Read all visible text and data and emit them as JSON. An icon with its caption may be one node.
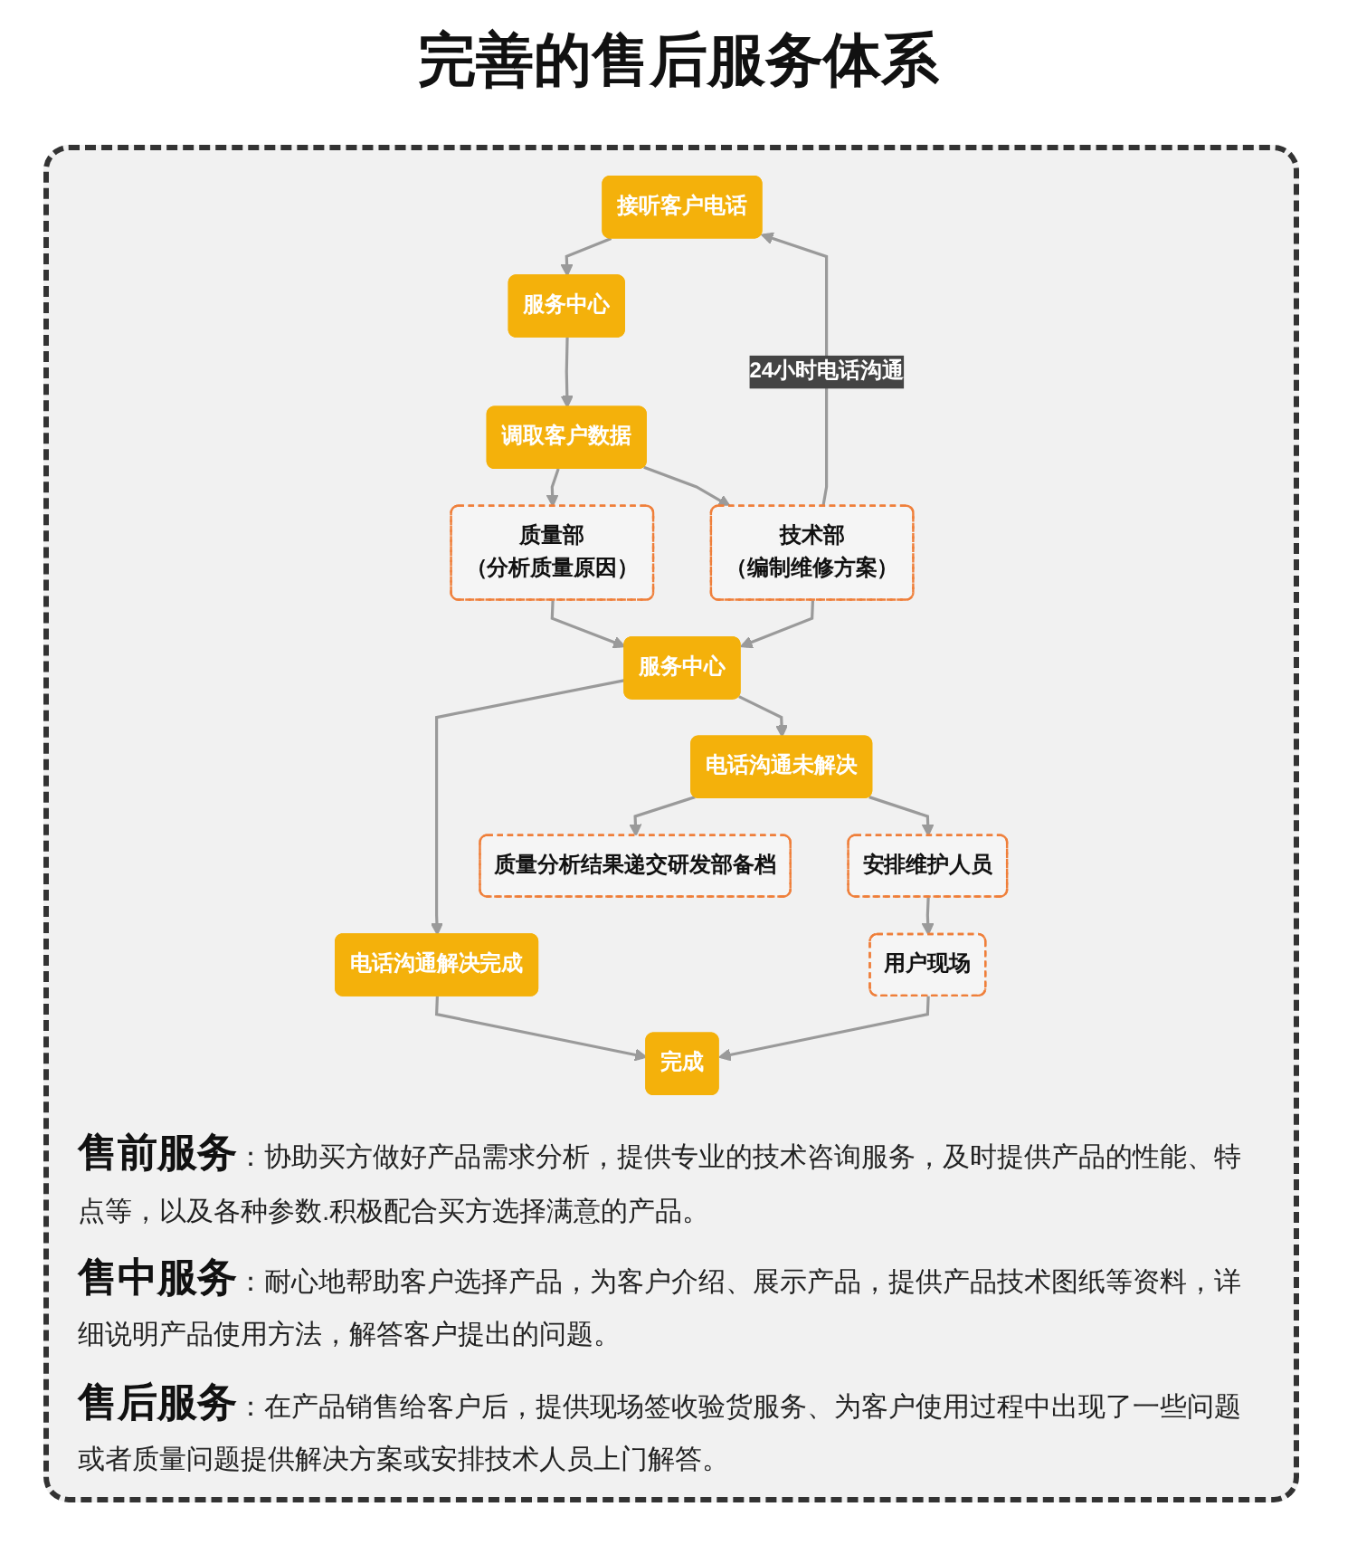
{
  "diagram": {
    "title": "完善的售后服务体系",
    "nodes": [
      {
        "text": [
          "接听客户电话"
        ]
      },
      {
        "text": [
          "服务中心"
        ]
      },
      {
        "text": [
          "调取客户数据"
        ]
      },
      {
        "text": [
          "质量部",
          "（分析质量原因）"
        ]
      },
      {
        "text": [
          "技术部",
          "（编制维修方案）"
        ]
      },
      {
        "text": [
          "服务中心"
        ]
      },
      {
        "text": [
          "电话沟通解决完成"
        ]
      },
      {
        "text": [
          "电话沟通未解决"
        ]
      },
      {
        "text": [
          "质量分析结果递交研发部备档"
        ]
      },
      {
        "text": [
          "安排维护人员"
        ]
      },
      {
        "text": [
          "用户现场"
        ]
      },
      {
        "text": [
          "完成"
        ]
      }
    ],
    "edges": [
      {
        "from": 0,
        "to": 1,
        "arrow": "to"
      },
      {
        "from": 1,
        "to": 2,
        "arrow": "to"
      },
      {
        "from": 2,
        "to": 3,
        "arrow": "to"
      },
      {
        "from": 2,
        "to": 4,
        "arrow": "to"
      },
      {
        "from": 4,
        "to": 0,
        "arrow": "to",
        "label": "24小时电话沟通"
      },
      {
        "from": 3,
        "to": 5,
        "arrow": "to"
      },
      {
        "from": 4,
        "to": 5,
        "arrow": "to"
      },
      {
        "from": 5,
        "to": 6,
        "arrow": "to"
      },
      {
        "from": 5,
        "to": 7,
        "arrow": "to"
      },
      {
        "from": 7,
        "to": 8,
        "arrow": "to"
      },
      {
        "from": 7,
        "to": 9,
        "arrow": "to"
      },
      {
        "from": 9,
        "to": 10,
        "arrow": "to"
      },
      {
        "from": 6,
        "to": 11,
        "arrow": "to"
      },
      {
        "from": 10,
        "to": 11,
        "arrow": "to"
      }
    ],
    "labels": [
      "**售前服务**：协助买方做好产品需求分析，提供专业的技术咨询服务，及时提供产品的性能、特点等，以及各种参数.积极配合买方选择满意的产品。",
      "**售中服务**：耐心地帮助客户选择产品，为客户介绍、展示产品，提供产品技术图纸等资料，详细说明产品使用方法，解答客户提出的问题。",
      "**售后服务**：在产品销售给客户后，提供现场签收验货服务、为客户使用过程中出现了一些问题或者质量问题提供解决方案或安排技术人员上门解答。"
    ]
  }
}
